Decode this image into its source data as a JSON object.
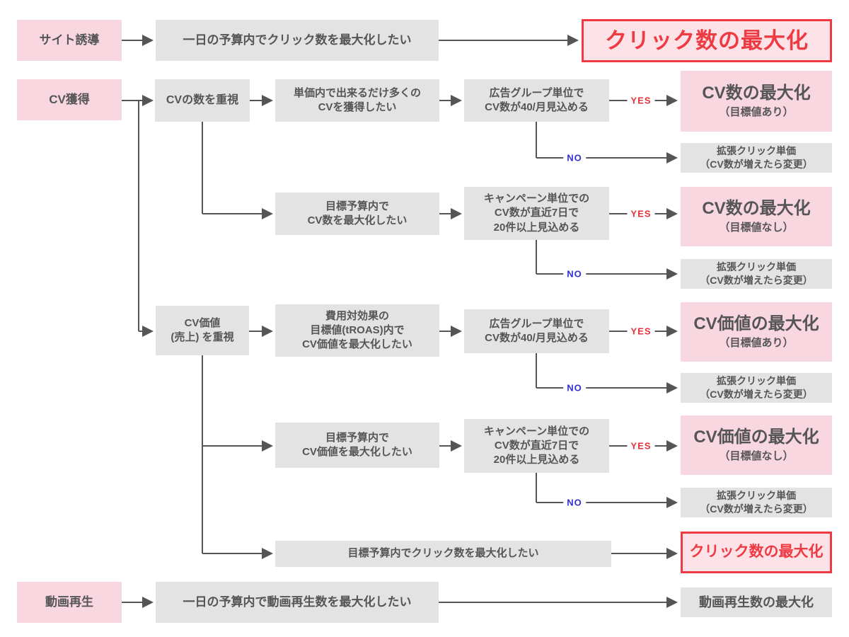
{
  "colors": {
    "category_pink": "#f9d7e1",
    "result_pink": "#f9d7e1",
    "box_gray": "#e3e3e3",
    "text_gray": "#555555",
    "accent_red": "#ee3a43",
    "red_box_bg": "#fde2e8",
    "yes_red": "#e8333b",
    "no_blue": "#3030d0",
    "line_gray": "#555555"
  },
  "labels": {
    "yes": "YES",
    "no": "NO"
  },
  "nodes": {
    "site_category": "サイト誘導",
    "site_question": "一日の予算内でクリック数を最大化したい",
    "site_result": "クリック数の最大化",
    "cv_category": "CV獲得",
    "cv_count_branch": "CVの数を重視",
    "cv_count_q1": "単価内で出来るだけ多くの\nCVを獲得したい",
    "adgroup_condition_1": "広告グループ単位で\nCV数が40/月見込める",
    "result_cv_target": {
      "title": "CV数の最大化",
      "subtitle": "（目標値あり）"
    },
    "ecpc_1": "拡張クリック単価\n（CV数が増えたら変更）",
    "cv_count_q2": "目標予算内で\nCV数を最大化したい",
    "campaign_condition_1": "キャンペーン単位での\nCV数が直近7日で\n20件以上見込める",
    "result_cv_no_target": {
      "title": "CV数の最大化",
      "subtitle": "（目標値なし）"
    },
    "ecpc_2": "拡張クリック単価\n（CV数が増えたら変更）",
    "cv_value_branch": "CV価値\n(売上) を重視",
    "cv_value_q1": "費用対効果の\n目標値(tROAS)内で\nCV価値を最大化したい",
    "adgroup_condition_2": "広告グループ単位で\nCV数が40/月見込める",
    "result_cvv_target": {
      "title": "CV価値の最大化",
      "subtitle": "（目標値あり）"
    },
    "ecpc_3": "拡張クリック単価\n（CV数が増えたら変更）",
    "cv_value_q2": "目標予算内で\nCV価値を最大化したい",
    "campaign_condition_2": "キャンペーン単位での\nCV数が直近7日で\n20件以上見込める",
    "result_cvv_no_target": {
      "title": "CV価値の最大化",
      "subtitle": "（目標値なし）"
    },
    "ecpc_4": "拡張クリック単価\n（CV数が増えたら変更）",
    "budget_click_q": "目標予算内でクリック数を最大化したい",
    "budget_click_result": "クリック数の最大化",
    "video_category": "動画再生",
    "video_question": "一日の予算内で動画再生数を最大化したい",
    "video_result": "動画再生数の最大化"
  }
}
